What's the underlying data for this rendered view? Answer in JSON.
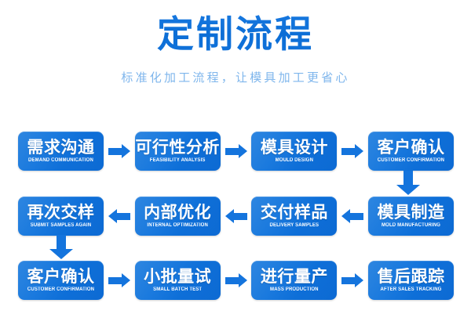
{
  "header": {
    "title": "定制流程",
    "subtitle": "标准化加工流程，让模具加工更省心"
  },
  "colors": {
    "brand_blue": "#1474dd",
    "node_gradient_start": "#2e86e0",
    "node_gradient_end": "#0d6ad3",
    "title_blue": "#1273db",
    "subtitle_blue": "#7fb6ec",
    "background": "#ffffff"
  },
  "flow": {
    "rows": [
      {
        "direction": "right",
        "nodes": [
          {
            "cn": "需求沟通",
            "en": "DEMAND COMMUNICATION"
          },
          {
            "cn": "可行性分析",
            "en": "FEASIBILITY ANALYSIS"
          },
          {
            "cn": "模具设计",
            "en": "MOULD DESIGN"
          },
          {
            "cn": "客户确认",
            "en": "CUSTOMER CONFIRMATION"
          }
        ]
      },
      {
        "direction": "left",
        "nodes": [
          {
            "cn": "再次交样",
            "en": "SUBMIT SAMPLES AGAIN"
          },
          {
            "cn": "内部优化",
            "en": "INTERNAL OPTIMIZATION"
          },
          {
            "cn": "交付样品",
            "en": "DELIVERY SAMPLES"
          },
          {
            "cn": "模具制造",
            "en": "MOLD MANUFACTURING"
          }
        ]
      },
      {
        "direction": "right",
        "nodes": [
          {
            "cn": "客户确认",
            "en": "CUSTOMER CONFIRMATION"
          },
          {
            "cn": "小批量试",
            "en": "SMALL BATCH TEST"
          },
          {
            "cn": "进行量产",
            "en": "MASS PRODUCTION"
          },
          {
            "cn": "售后跟踪",
            "en": "AFTER SALES TRACKING"
          }
        ]
      }
    ],
    "connectors": [
      {
        "name": "row1-to-row2",
        "direction": "down",
        "side": "right"
      },
      {
        "name": "row2-to-row3",
        "direction": "down",
        "side": "left"
      }
    ]
  }
}
